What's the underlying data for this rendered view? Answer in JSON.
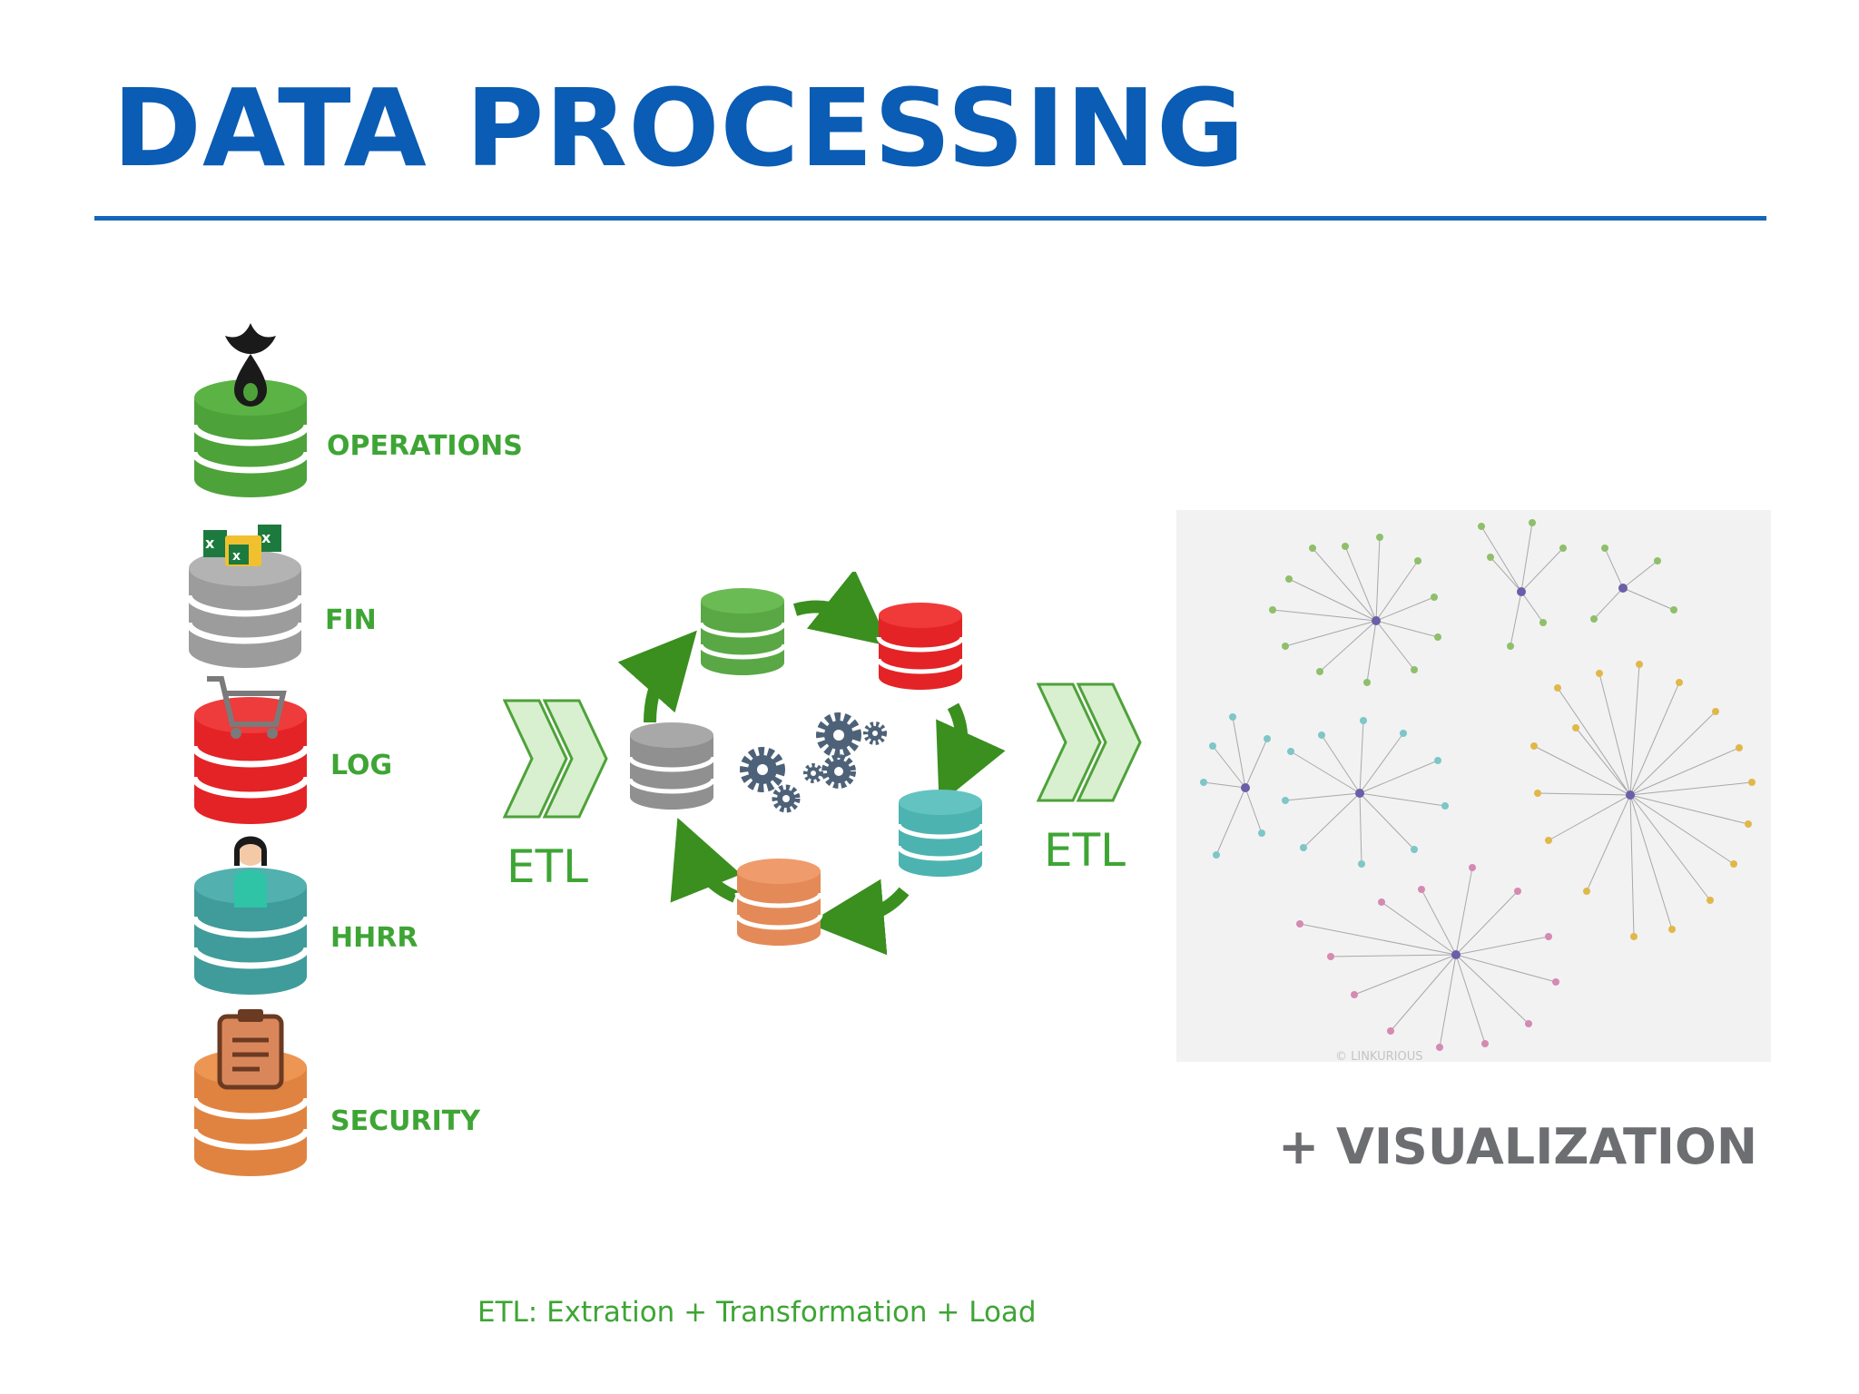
{
  "title": "DATA PROCESSING",
  "sources": [
    {
      "label": "OPERATIONS",
      "color": "#4ea23a",
      "icon": "plant-drop-icon"
    },
    {
      "label": "FIN",
      "color": "#9c9c9c",
      "icon": "excel-folder-icon"
    },
    {
      "label": "LOG",
      "color": "#e42326",
      "icon": "shopping-cart-icon"
    },
    {
      "label": "HHRR",
      "color": "#3f9c9a",
      "icon": "person-icon"
    },
    {
      "label": "SECURITY",
      "color": "#e08340",
      "icon": "clipboard-icon"
    }
  ],
  "etl_left": "ETL",
  "etl_right": "ETL",
  "cycle_colors": [
    "#5aa845",
    "#e42326",
    "#4db3b1",
    "#e48a58",
    "#909090"
  ],
  "visualization": "+ VISUALIZATION",
  "network": {
    "caption": "© LINKURIOUS"
  },
  "footnote": "ETL: Extration + Transformation + Load",
  "colors": {
    "title": "#0a5cb4",
    "accent_green": "#3ea535",
    "gray": "#6d6e71"
  }
}
